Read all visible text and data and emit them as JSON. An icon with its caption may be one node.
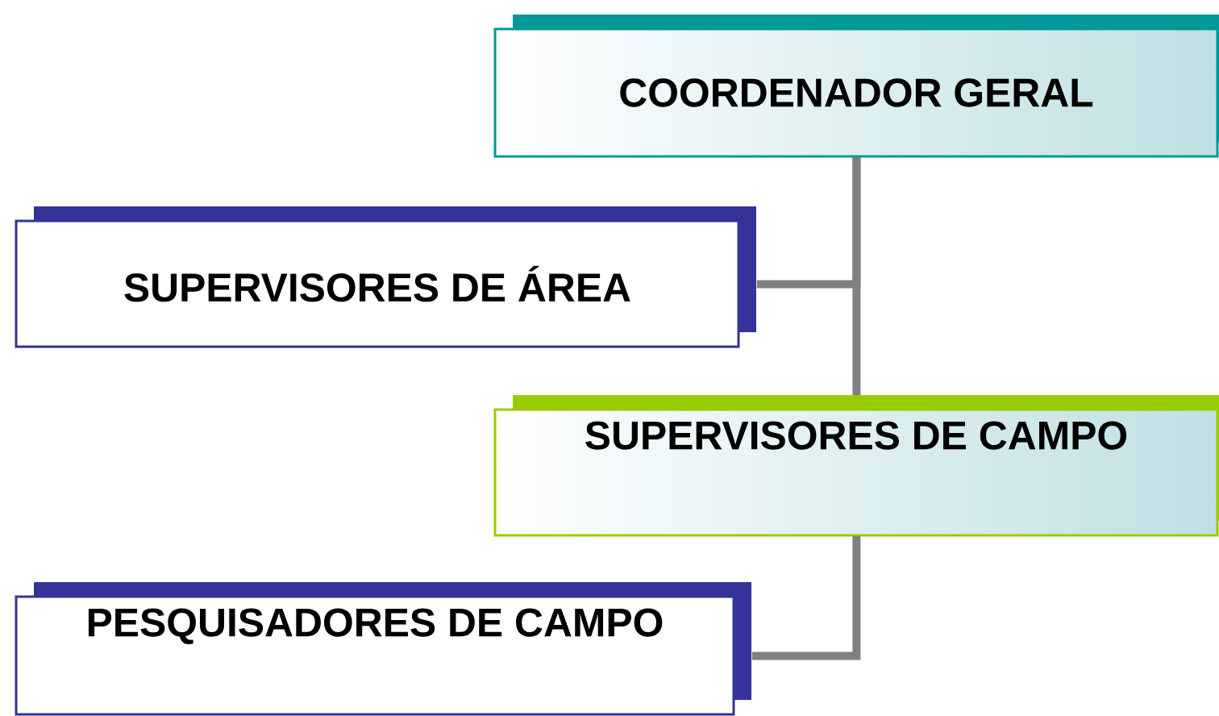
{
  "diagram": {
    "nodes": [
      {
        "text": [
          "COORDENADOR GERAL"
        ]
      },
      {
        "text": [
          "SUPERVISORES DE ÁREA"
        ]
      },
      {
        "text": [
          "SUPERVISORES DE CAMPO"
        ]
      },
      {
        "text": [
          "PESQUISADORES DE CAMPO"
        ]
      }
    ],
    "edges": [
      {
        "from": 0,
        "to": 1,
        "arrow": "none"
      },
      {
        "from": 0,
        "to": 2,
        "arrow": "none"
      },
      {
        "from": 2,
        "to": 3,
        "arrow": "none"
      }
    ]
  }
}
